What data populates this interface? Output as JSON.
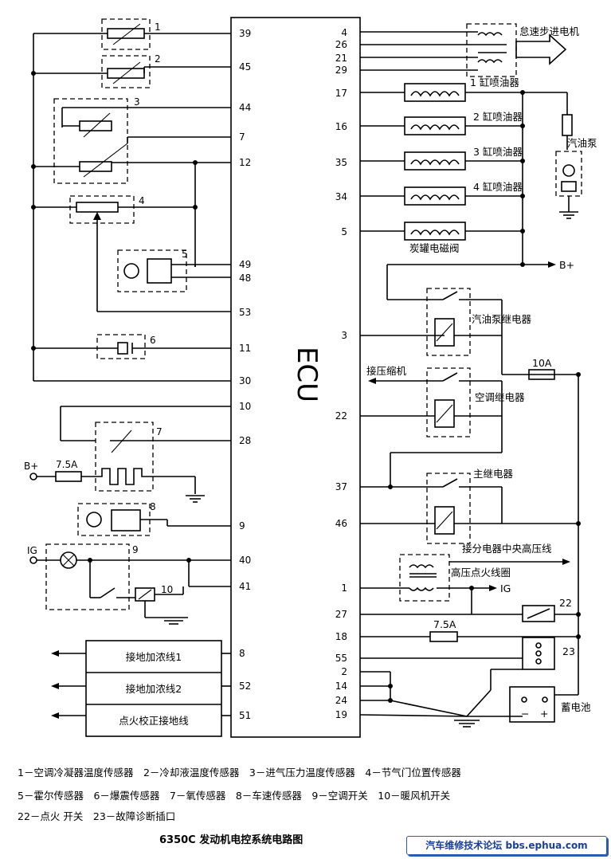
{
  "ecu_label": "ECU",
  "left_pins": [
    "39",
    "45",
    "44",
    "7",
    "12",
    "49",
    "48",
    "53",
    "11",
    "30",
    "10",
    "28",
    "9",
    "40",
    "41",
    "8",
    "52",
    "51"
  ],
  "right_pins": [
    "4",
    "26",
    "21",
    "29",
    "17",
    "16",
    "35",
    "34",
    "5",
    "3",
    "22",
    "37",
    "46",
    "1",
    "27",
    "18",
    "55",
    "2",
    "14",
    "24",
    "19"
  ],
  "component_numbers": [
    "1",
    "2",
    "3",
    "4",
    "5",
    "6",
    "7",
    "8",
    "9",
    "10",
    "22",
    "23"
  ],
  "labels": {
    "idle_motor": "怠速步进电机",
    "injector1": "1 缸喷油器",
    "injector2": "2 缸喷油器",
    "injector3": "3 缸喷油器",
    "injector4": "4 缸喷油器",
    "canister": "炭罐电磁阀",
    "fuel_pump": "汽油泵",
    "b_plus_right": "B+",
    "fuel_pump_relay": "汽油泵继电器",
    "compressor": "接压缩机",
    "fuse_10a": "10A",
    "ac_relay": "空调继电器",
    "main_relay": "主继电器",
    "distributor": "接分电器中央高压线",
    "ignition_coil": "高压点火线圈",
    "ig_right": "IG",
    "fuse_75a_right": "7.5A",
    "battery": "蓄电池",
    "b_plus_left": "B+",
    "fuse_75a_left": "7.5A",
    "ig_left": "IG",
    "ground1": "接地加浓线1",
    "ground2": "接地加浓线2",
    "ground3": "点火校正接地线"
  },
  "legend": [
    "1－空调冷凝器温度传感器　2－冷却液温度传感器　3－进气压力温度传感器　4－节气门位置传感器",
    "5－霍尔传感器　6－爆震传感器　7－氧传感器　8－车速传感器　9－空调开关　10－暖风机开关",
    "22－点火 开关　23－故障诊断插口"
  ],
  "caption": "6350C 发动机电控系统电路图",
  "footer": "汽车维修技术论坛 bbs.ephua.com"
}
